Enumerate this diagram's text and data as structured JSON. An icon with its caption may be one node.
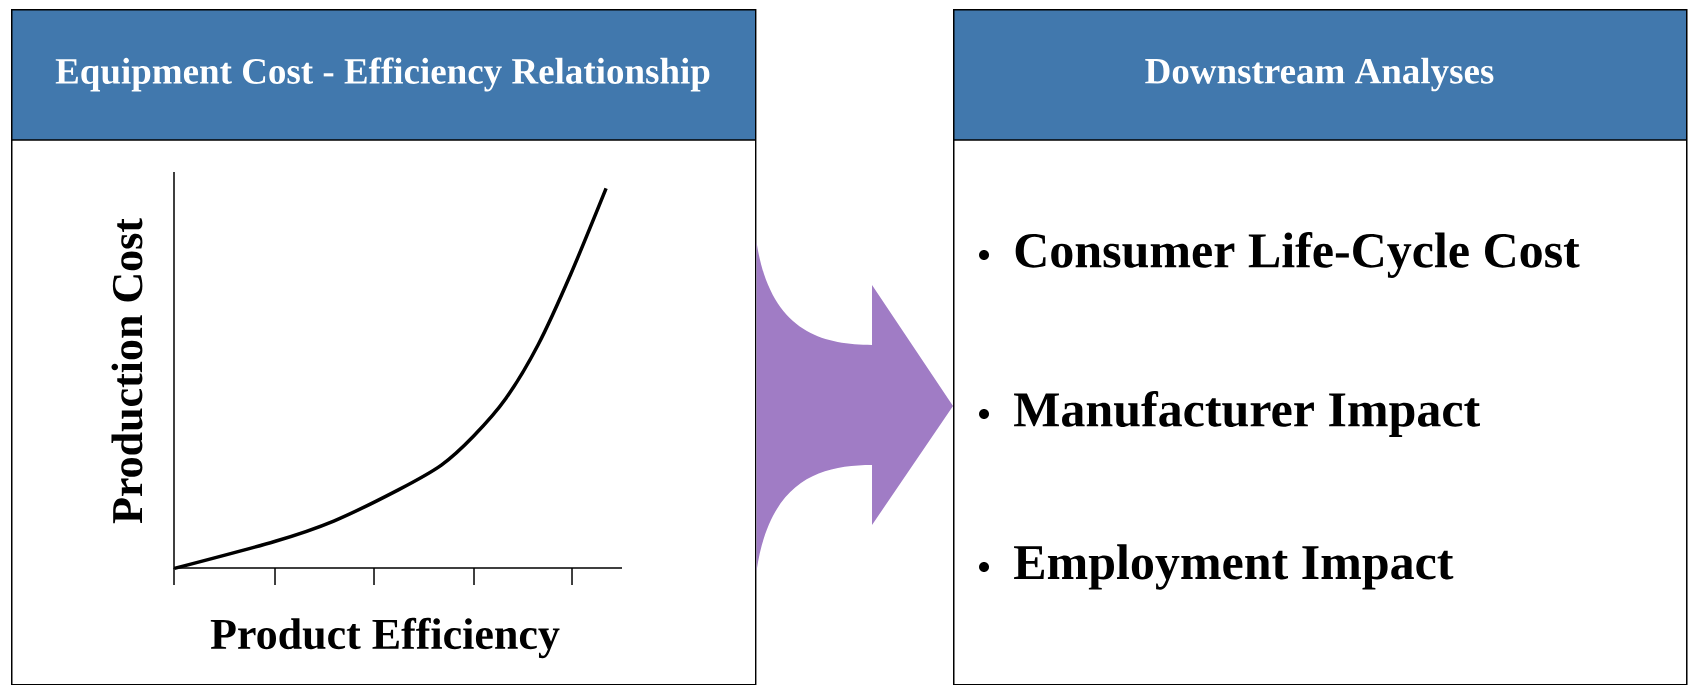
{
  "diagram": {
    "nodes": [
      {
        "text": [
          "Equipment Cost - Efficiency Relationship",
          "Production Cost",
          "Product Efficiency"
        ]
      },
      {
        "text": [
          "Downstream Analyses",
          "Consumer Life-Cycle Cost",
          "Manufacturer Impact",
          "Employment Impact"
        ]
      }
    ],
    "edges": [
      {
        "from": 0,
        "to": 1,
        "arrow": "to",
        "color": "#a07cc5"
      }
    ]
  }
}
